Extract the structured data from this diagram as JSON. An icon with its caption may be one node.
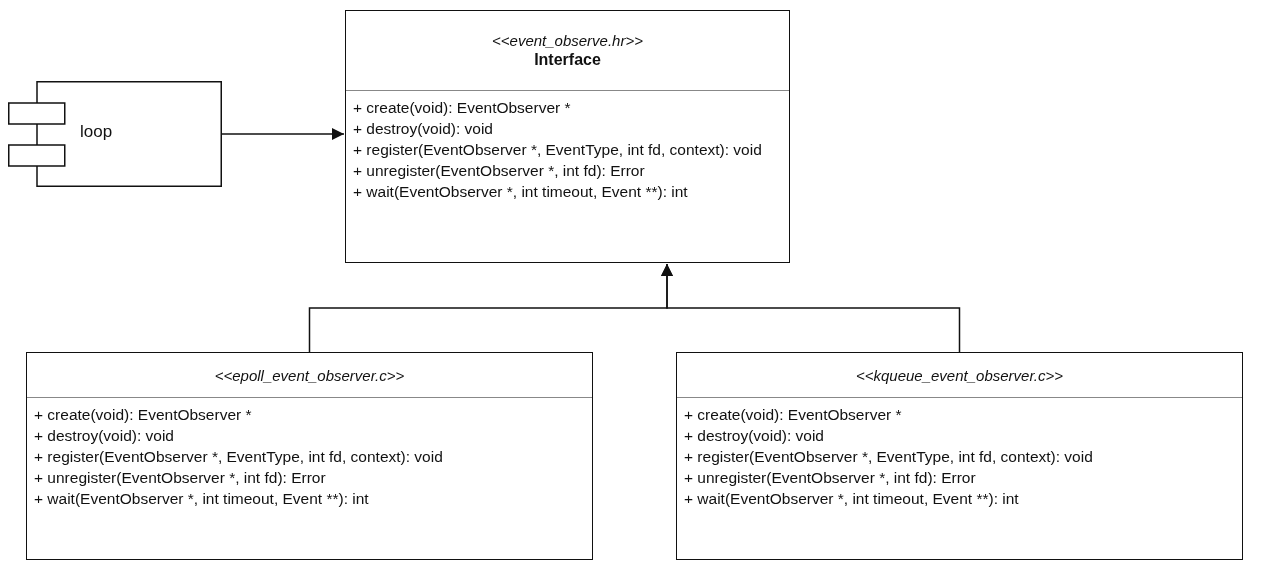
{
  "diagram": {
    "nodes": [
      {
        "text": [
          "loop"
        ]
      },
      {
        "text": [
          "<<event_observe.hr>>",
          "Interface",
          "+ create(void): EventObserver *",
          "+ destroy(void): void",
          "+ register(EventObserver *, EventType, int fd, context): void",
          "+ unregister(EventObserver *, int fd): Error",
          "+ wait(EventObserver *, int timeout, Event **): int"
        ]
      },
      {
        "text": [
          "<<epoll_event_observer.c>>",
          "+ create(void): EventObserver *",
          "+ destroy(void): void",
          "+ register(EventObserver *, EventType, int fd, context): void",
          "+ unregister(EventObserver *, int fd): Error",
          "+ wait(EventObserver *, int timeout, Event **): int"
        ]
      },
      {
        "text": [
          "<<kqueue_event_observer.c>>",
          "+ create(void): EventObserver *",
          "+ destroy(void): void",
          "+ register(EventObserver *, EventType, int fd, context): void",
          "+ unregister(EventObserver *, int fd): Error",
          "+ wait(EventObserver *, int timeout, Event **): int"
        ]
      }
    ],
    "edges": [
      {
        "from": 0,
        "to": 1,
        "arrow": "to"
      },
      {
        "from": 2,
        "to": 1,
        "arrow": "to"
      },
      {
        "from": 3,
        "to": 1,
        "arrow": "to"
      }
    ]
  }
}
